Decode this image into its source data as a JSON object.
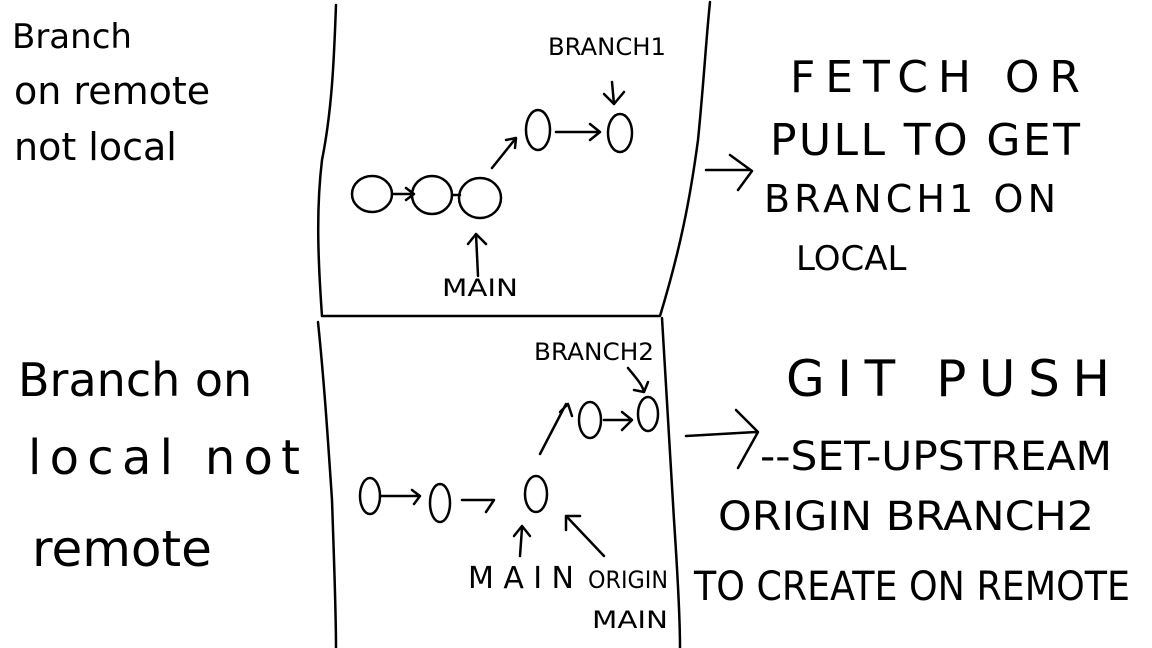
{
  "top": {
    "label_lines": [
      "Branch",
      "on remote",
      "not local"
    ],
    "branch_label": "BRANCH1",
    "main_label": "MAIN",
    "instruction_lines": [
      "FETCH OR",
      "PULL TO GET",
      "BRANCH1 ON",
      "LOCAL"
    ]
  },
  "bottom": {
    "label_lines": [
      "Branch on",
      "local not",
      "remote"
    ],
    "branch_label": "BRANCH2",
    "main_label": "MAIN",
    "origin_main_lines": [
      "ORIGIN",
      "MAIN"
    ],
    "instruction_lines": [
      "GIT PUSH",
      "--SET-UPSTREAM",
      "ORIGIN BRANCH2",
      "TO CREATE ON REMOTE"
    ]
  }
}
